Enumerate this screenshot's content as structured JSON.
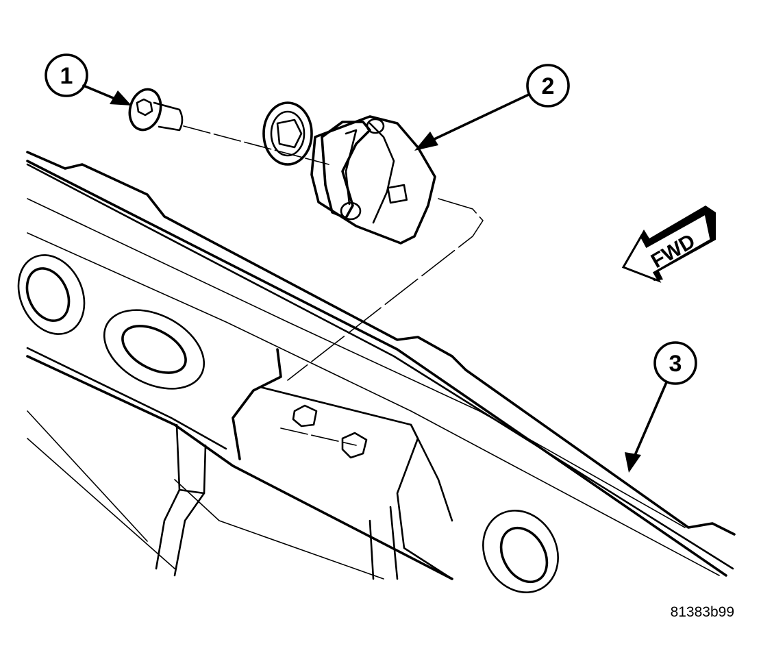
{
  "callouts": [
    {
      "id": "callout-1",
      "label": "1"
    },
    {
      "id": "callout-2",
      "label": "2"
    },
    {
      "id": "callout-3",
      "label": "3"
    }
  ],
  "direction_label": "FWD",
  "reference_code": "81383b99",
  "colors": {
    "ink": "#000000",
    "paper": "#ffffff"
  },
  "icons": [
    "bolt-icon",
    "seat-belt-anchor-bracket-icon",
    "seat-track-frame-icon",
    "forward-arrow-icon"
  ]
}
